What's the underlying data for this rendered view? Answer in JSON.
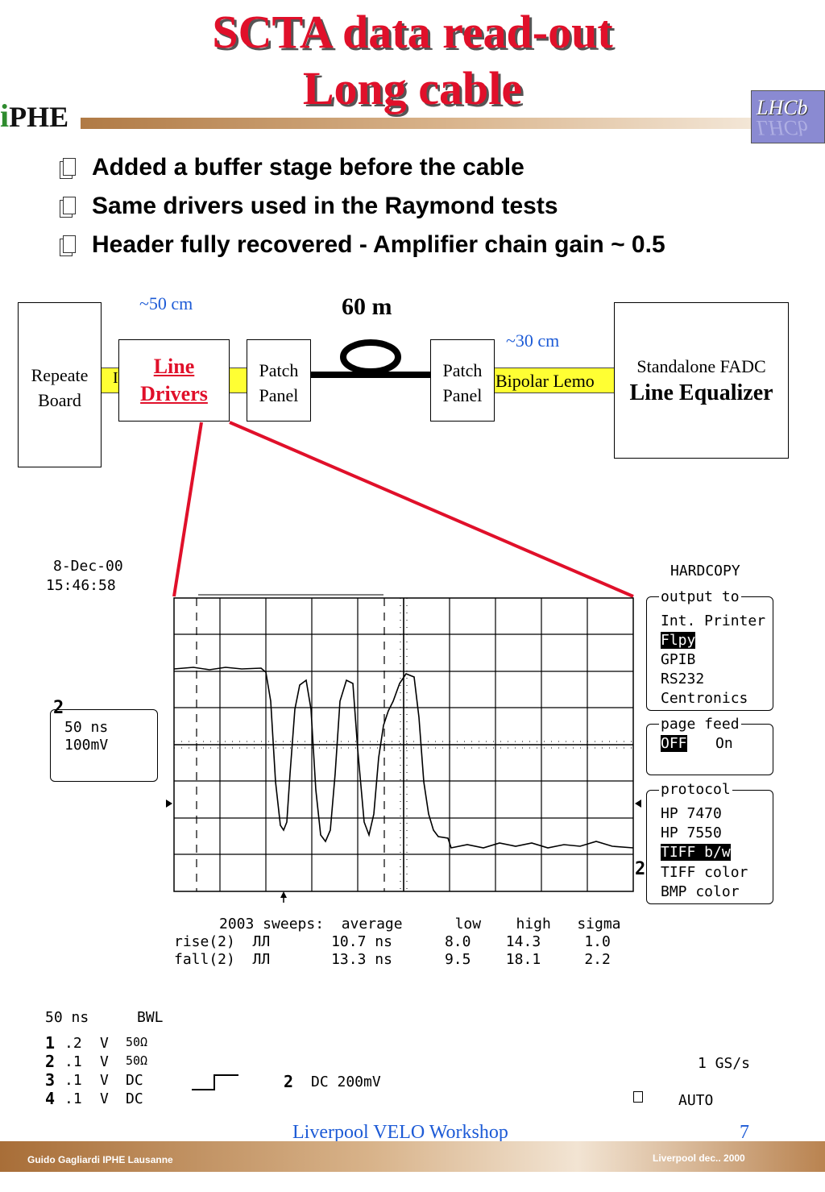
{
  "slide": {
    "title_line1": "SCTA data read-out",
    "title_line2": "Long cable",
    "logo_left": "PHE",
    "logo_left_i": "i",
    "logo_right": "LHCb",
    "bullets": [
      "Added a buffer stage before the cable",
      "Same drivers used in the Raymond tests",
      "Header fully recovered  - Amplifier chain gain ~ 0.5"
    ]
  },
  "diagram": {
    "repeater_line1": "Repeate",
    "repeater_line2": "Board",
    "yellow_left_label": "I",
    "line_drivers_line1": "Line",
    "line_drivers_line2": "Drivers",
    "patch_left_line1": "Patch",
    "patch_left_line2": "Panel",
    "patch_right_line1": "Patch",
    "patch_right_line2": "Panel",
    "cable_label": "60 m",
    "dist_left": "~50 cm",
    "dist_right": "~30 cm",
    "bipolar_label": "Bipolar Lemo",
    "fadc_line1": "Standalone FADC",
    "fadc_line2": "Line Equalizer",
    "colors": {
      "red": "#e0102a",
      "blue": "#1d5bd6",
      "yellow": "#ffff33"
    }
  },
  "scope": {
    "date": "8-Dec-00",
    "time": "15:46:58",
    "channel_marker": "2",
    "timebase": "50 ns",
    "vdiv": "100mV",
    "right_marker": "2",
    "stats_header": "2003 sweeps:  average      low    high   sigma",
    "stats_rows": [
      "rise(2)  ЛЛ       10.7 ns      8.0    14.3     1.0",
      "fall(2)  ЛЛ       13.3 ns      9.5    18.1     2.2"
    ],
    "hardcopy_title": "HARDCOPY",
    "output_to": {
      "title": "output to",
      "items": [
        "Int. Printer",
        "Flpy",
        "GPIB",
        "RS232",
        "Centronics"
      ],
      "selected": "Flpy"
    },
    "page_feed": {
      "title": "page feed",
      "on_label": "On",
      "off_label": "OFF"
    },
    "protocol": {
      "title": "protocol",
      "items": [
        "HP 7470",
        "HP 7550",
        "TIFF b/w",
        "TIFF color",
        "BMP color"
      ],
      "selected": "TIFF b/w"
    },
    "bottom": {
      "timebase": "50 ns",
      "bwl": "BWL",
      "channels": [
        {
          "num": "1",
          "scale": ".2",
          "unit": "V",
          "coupling": "50Ω"
        },
        {
          "num": "2",
          "scale": ".1",
          "unit": "V",
          "coupling": "50Ω"
        },
        {
          "num": "3",
          "scale": ".1",
          "unit": "V",
          "coupling": "DC"
        },
        {
          "num": "4",
          "scale": ".1",
          "unit": "V",
          "coupling": "DC"
        }
      ],
      "trigger_channel": "2",
      "trigger_setting": "DC 200mV",
      "sample_rate": "1 GS/s",
      "mode": "AUTO"
    }
  },
  "footer": {
    "workshop": "Liverpool VELO Workshop",
    "page": "7",
    "author": "Guido Gagliardi  IPHE Lausanne",
    "date": "Liverpool dec.. 2000"
  }
}
